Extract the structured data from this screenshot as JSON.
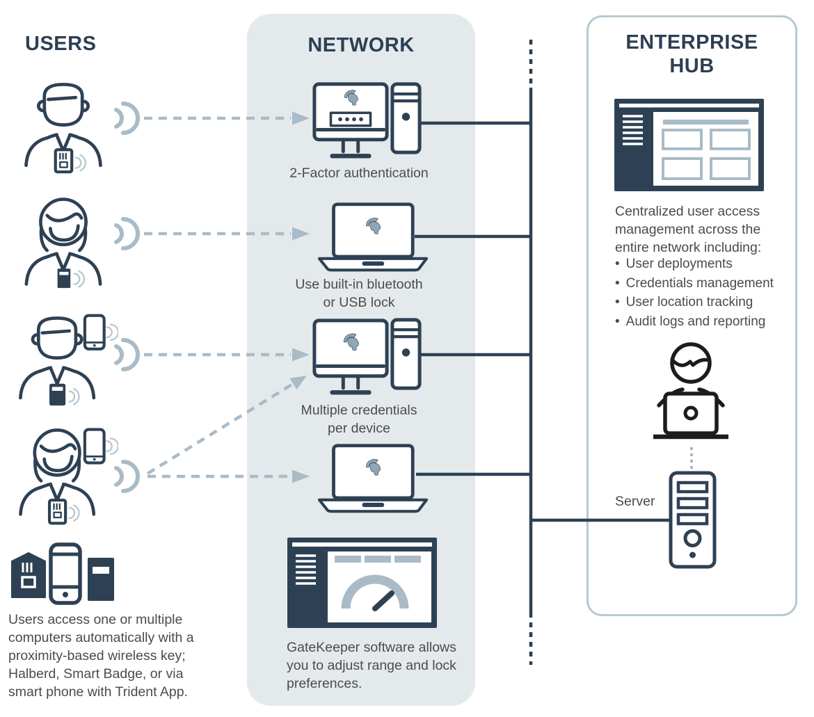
{
  "columns": {
    "users": {
      "heading": "USERS",
      "caption": "Users access one or multiple\ncomputers automatically with a\nproximity-based wireless key;\nHalberd, Smart Badge, or via\nsmart phone with Trident App.",
      "user_icons": [
        "male-user-with-badge-icon",
        "female-user-with-fob-icon",
        "male-user-with-phone-and-badge-icon",
        "female-user-with-phone-and-badge-icon"
      ],
      "key_device_icons": [
        "halberd-key-icon",
        "smartphone-icon",
        "smart-badge-fob-icon"
      ]
    },
    "network": {
      "heading": "NETWORK",
      "labels": {
        "two_factor": "2-Factor authentication",
        "bluetooth": "Use built-in bluetooth\nor USB lock",
        "multi_cred": "Multiple credentials\nper device",
        "software": "GateKeeper software allows\nyou to adjust range and lock\npreferences."
      },
      "computer_icons": [
        "desktop-computer-with-tower-icon",
        "laptop-icon",
        "desktop-computer-with-tower-icon",
        "laptop-icon",
        "gatekeeper-software-window-icon"
      ]
    },
    "hub": {
      "heading": "ENTERPRISE\nHUB",
      "description": "Centralized user access\nmanagement across the\nentire network including:",
      "bullets": [
        "User deployments",
        "Credentials management",
        "User location tracking",
        "Audit logs and reporting"
      ],
      "server_label": "Server",
      "icons": [
        "management-dashboard-window-icon",
        "admin-user-at-laptop-icon",
        "server-tower-icon"
      ]
    }
  },
  "connector_icons": [
    "wireless-signal-icon",
    "dashed-arrow",
    "network-bus-line",
    "dotted-link"
  ],
  "logo_icon": "gatekeeper-spartan-helmet-logo",
  "colors": {
    "navy": "#2e4154",
    "accent": "#a9bbc7",
    "logo": "#8fa6b5",
    "panel_bg": "#e4eaec",
    "hub_border": "#b8c8d2",
    "text_gray": "#4b4b4b",
    "admin_black": "#1c1c1c"
  }
}
